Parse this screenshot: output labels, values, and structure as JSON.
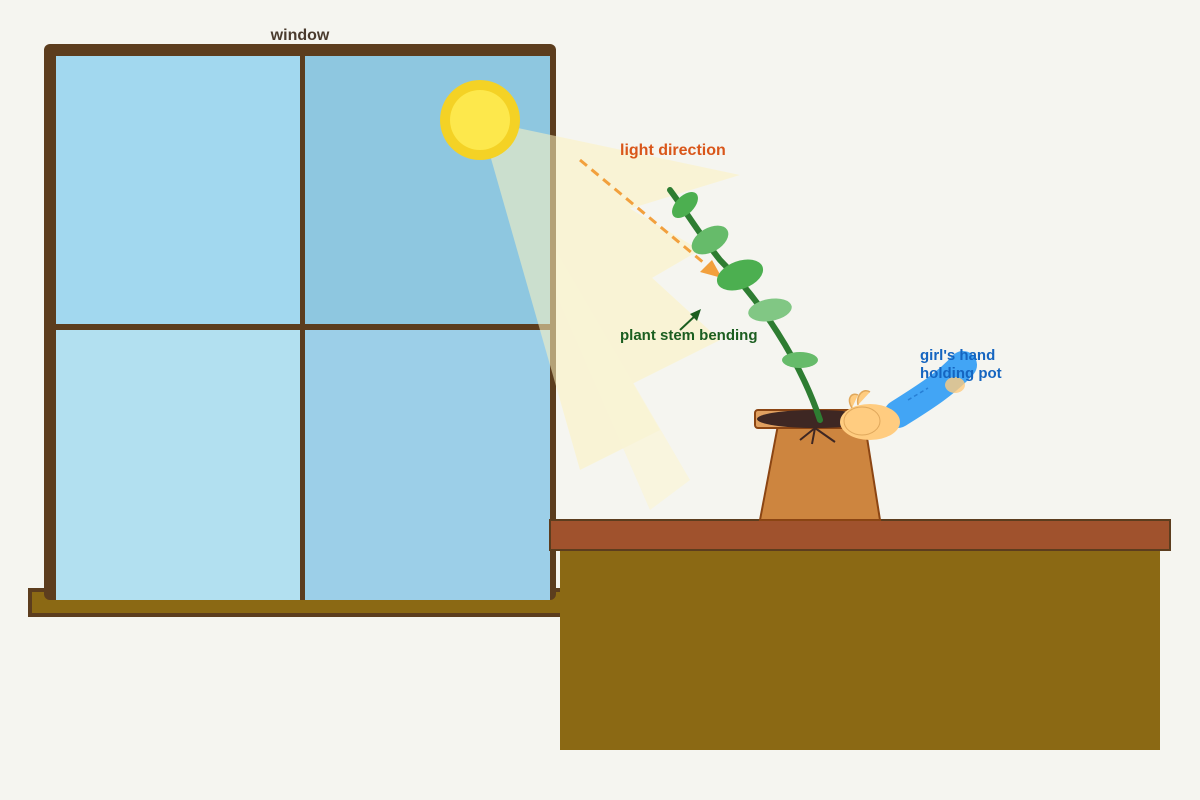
{
  "labels": {
    "window": "window",
    "light_direction": "light direction",
    "stem_bending": "plant stem bending",
    "hand_line1": "girl's hand",
    "hand_line2": "holding pot"
  },
  "colors": {
    "background": "#f5f5f0",
    "window_frame": "#5c3d1e",
    "sill": "#8b6914",
    "pane_top_left": "#a2d8ef",
    "pane_top_right": "#8ec7e0",
    "pane_bottom_left": "#b2e0f0",
    "pane_bottom_right": "#9ccfe8",
    "sun_outer": "#f4d225",
    "sun_inner": "#fde84c",
    "light_beam": "#fdf3c0",
    "light_arrow": "#f2a03d",
    "light_label": "#d9561a",
    "stem": "#2e7d32",
    "leaf_dark": "#4caf50",
    "leaf_light": "#81c784",
    "stem_label": "#1b5e20",
    "pot": "#cd853f",
    "pot_outline": "#8b4513",
    "soil": "#3e2723",
    "table_top": "#a0522d",
    "table_body": "#8b6914",
    "sleeve": "#42a5f5",
    "skin": "#ffcc80",
    "hand_label": "#1565c0",
    "window_label": "#4a3b2e"
  },
  "icons": [
    "sun-icon",
    "plant-icon",
    "hand-icon",
    "pot-icon"
  ]
}
